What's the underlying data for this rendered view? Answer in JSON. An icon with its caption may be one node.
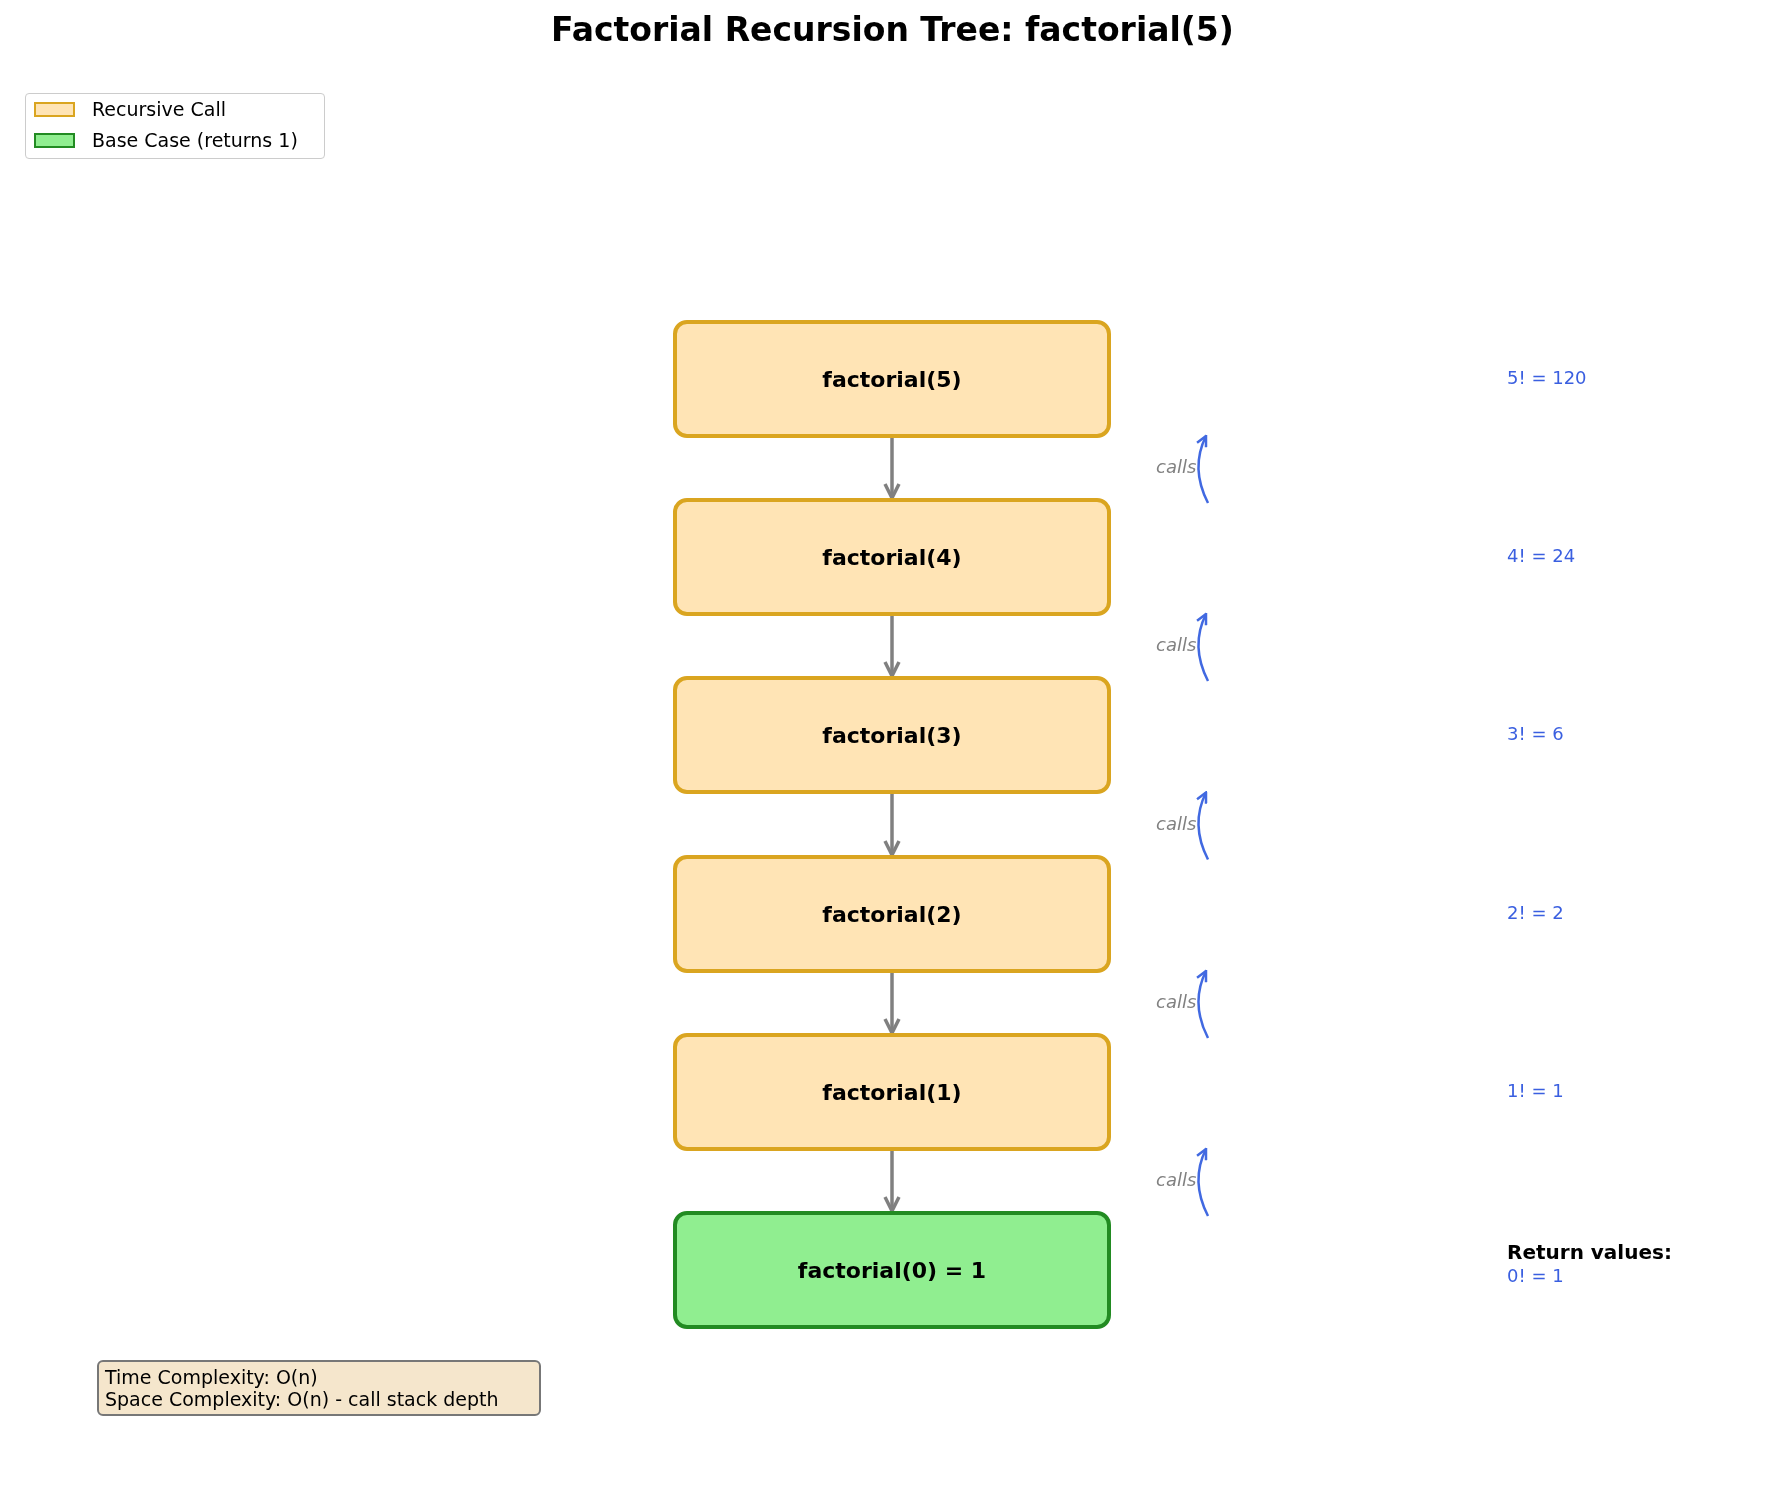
{
  "diagram": {
    "title": "Factorial Recursion Tree: factorial(5)",
    "nodes": [
      {
        "text": [
          "factorial(5)"
        ]
      },
      {
        "text": [
          "factorial(4)"
        ]
      },
      {
        "text": [
          "factorial(3)"
        ]
      },
      {
        "text": [
          "factorial(2)"
        ]
      },
      {
        "text": [
          "factorial(1)"
        ]
      },
      {
        "text": [
          "factorial(0) = 1"
        ]
      },
      {
        "text": [
          "Time Complexity: O(n)",
          "Space Complexity: O(n) - call stack depth"
        ]
      }
    ],
    "edges": [
      {
        "from": 0,
        "to": 1,
        "arrow": "to"
      },
      {
        "from": 1,
        "to": 2,
        "arrow": "to"
      },
      {
        "from": 2,
        "to": 3,
        "arrow": "to"
      },
      {
        "from": 3,
        "to": 4,
        "arrow": "to"
      },
      {
        "from": 4,
        "to": 5,
        "arrow": "to"
      }
    ],
    "labels": [
      "5! = 120",
      "calls",
      "4! = 24",
      "calls",
      "3! = 6",
      "calls",
      "2! = 2",
      "calls",
      "1! = 1",
      "calls",
      "Return values:",
      "0! = 1"
    ],
    "legend": [
      {
        "text": "Recursive Call",
        "color": "#ffe4b5"
      },
      {
        "text": "Base Case (returns 1)",
        "color": "#90ee90"
      }
    ]
  }
}
